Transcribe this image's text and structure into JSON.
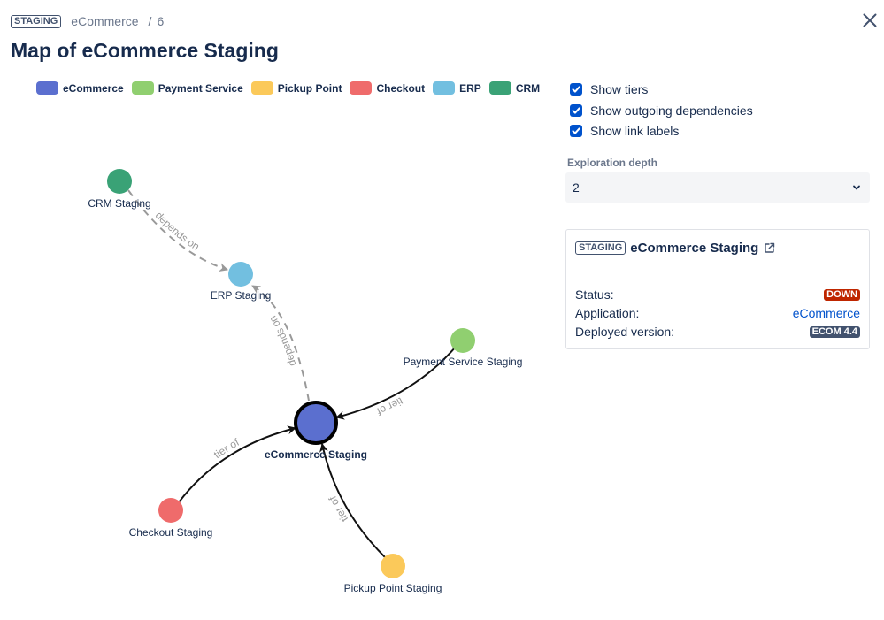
{
  "header": {
    "env_badge": "STAGING",
    "breadcrumb_app": "eCommerce",
    "breadcrumb_sep": "/",
    "breadcrumb_count": "6",
    "title": "Map of eCommerce Staging",
    "close_icon": "close-icon"
  },
  "legend": [
    {
      "label": "eCommerce",
      "color": "#5b6fcf"
    },
    {
      "label": "Payment Service",
      "color": "#90cf70"
    },
    {
      "label": "Pickup Point",
      "color": "#fbc95a"
    },
    {
      "label": "Checkout",
      "color": "#ef6b6b"
    },
    {
      "label": "ERP",
      "color": "#72bfe0"
    },
    {
      "label": "CRM",
      "color": "#3aa276"
    }
  ],
  "graph": {
    "nodes": [
      {
        "id": "crm",
        "label": "CRM Staging",
        "color": "#3aa276",
        "central": false
      },
      {
        "id": "erp",
        "label": "ERP Staging",
        "color": "#72bfe0",
        "central": false
      },
      {
        "id": "payment",
        "label": "Payment Service Staging",
        "color": "#90cf70",
        "central": false
      },
      {
        "id": "ecommerce",
        "label": "eCommerce Staging",
        "color": "#5b6fcf",
        "central": true
      },
      {
        "id": "checkout",
        "label": "Checkout Staging",
        "color": "#ef6b6b",
        "central": false
      },
      {
        "id": "pickup",
        "label": "Pickup Point Staging",
        "color": "#fbc95a",
        "central": false
      }
    ],
    "edges": [
      {
        "from": "crm",
        "to": "erp",
        "label": "depends on",
        "style": "dashed"
      },
      {
        "from": "ecommerce",
        "to": "erp",
        "label": "depends on",
        "style": "dashed"
      },
      {
        "from": "payment",
        "to": "ecommerce",
        "label": "tier of",
        "style": "solid"
      },
      {
        "from": "checkout",
        "to": "ecommerce",
        "label": "tier of",
        "style": "solid"
      },
      {
        "from": "pickup",
        "to": "ecommerce",
        "label": "tier of",
        "style": "solid"
      }
    ]
  },
  "options": {
    "show_tiers": {
      "label": "Show tiers",
      "checked": true
    },
    "show_outgoing": {
      "label": "Show outgoing dependencies",
      "checked": true
    },
    "show_link_labels": {
      "label": "Show link labels",
      "checked": true
    }
  },
  "depth": {
    "label": "Exploration depth",
    "value": "2"
  },
  "details": {
    "env_badge": "STAGING",
    "title": "eCommerce Staging",
    "status_label": "Status:",
    "status_value": "DOWN",
    "status_color": "#bf2600",
    "application_label": "Application:",
    "application_value": "eCommerce",
    "version_label": "Deployed version:",
    "version_value": "ECOM 4.4"
  }
}
